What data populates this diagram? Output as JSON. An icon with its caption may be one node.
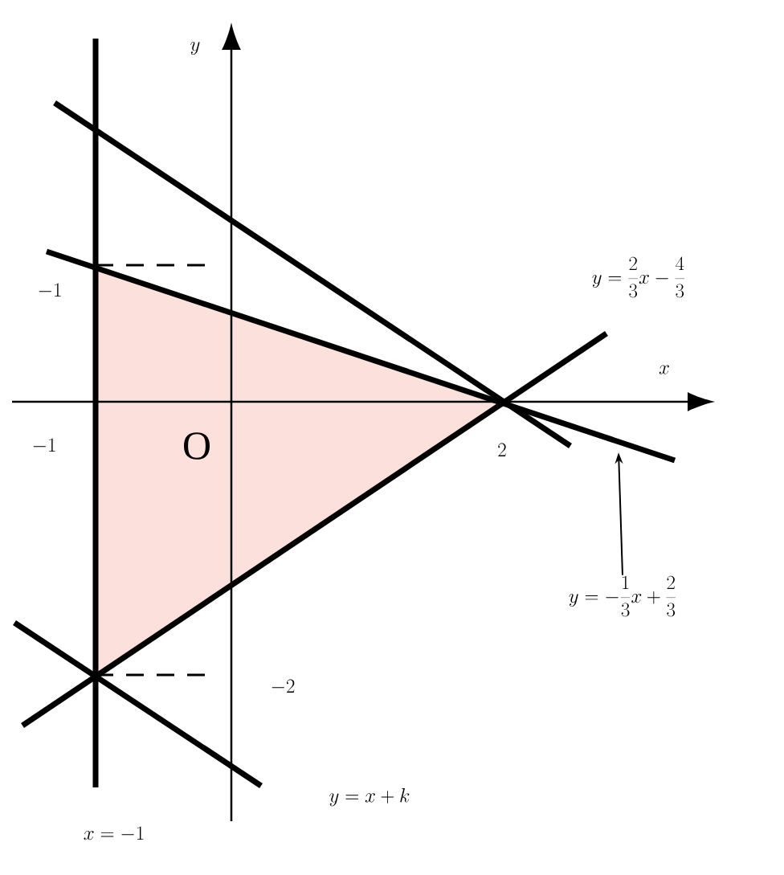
{
  "diagram": {
    "nodes": [
      {
        "text": [
          "y=-\\frac{1}{3}x+\\frac{2}{3}"
        ]
      },
      {
        "text": [],
        "shape": "line"
      }
    ],
    "edges": [
      {
        "from": 0,
        "to": 1,
        "arrow": "to"
      }
    ],
    "labels": [
      "y",
      "x",
      "-1",
      "-1",
      "\\mathrm{O}",
      "2",
      "-2",
      "x=-1",
      "y=x+k",
      "y=\\frac{2}{3}x-\\frac{4}{3}"
    ]
  }
}
